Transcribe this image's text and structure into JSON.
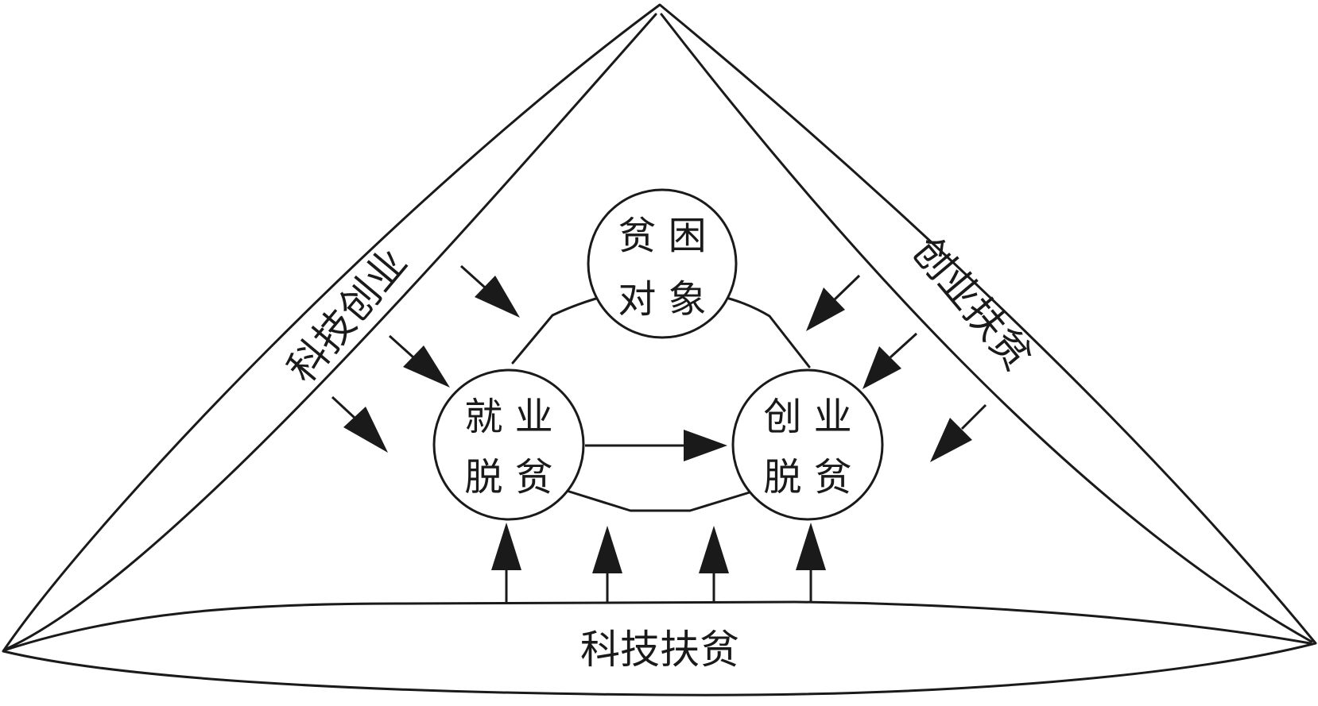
{
  "nodes": {
    "poverty_target": {
      "line1": "贫 困",
      "line2": "对 象"
    },
    "employment": {
      "line1": "就 业",
      "line2": "脱 贫"
    },
    "entrepreneurship": {
      "line1": "创 业",
      "line2": "脱 贫"
    }
  },
  "bands": {
    "left": "科技创业",
    "right": "创业扶贫",
    "bottom": "科技扶贫"
  },
  "colors": {
    "line": "#1a1a1a",
    "background": "#ffffff"
  }
}
